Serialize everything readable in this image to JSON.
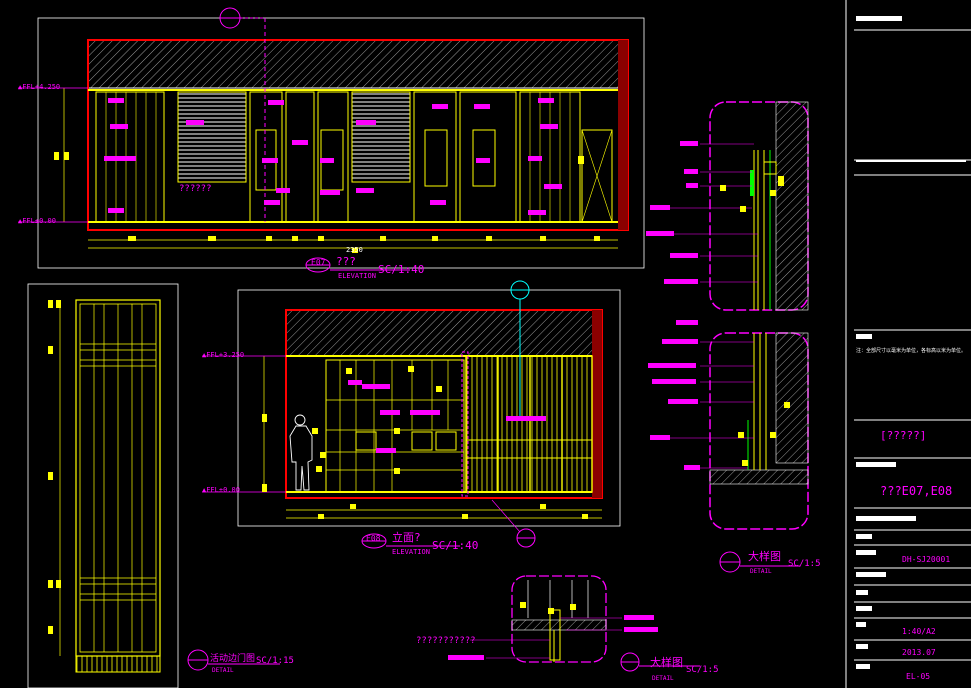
{
  "colors": {
    "background": "#000000",
    "outline": "#ffff00",
    "annotation": "#ff00ff",
    "structure": "#ff0000",
    "marker": "#00ffff",
    "frame": "#ffffff"
  },
  "views": {
    "e07": {
      "code": "E07",
      "title": "???",
      "scale": "SC/1:40",
      "subtitle": "ELEVATION",
      "top_level": "▲FFL+4.250",
      "bottom_level": "▲FFL±0.00",
      "overall_dim": "2350"
    },
    "e08": {
      "code": "E08",
      "title": "立面?",
      "scale": "SC/1:40",
      "subtitle": "ELEVATION",
      "top_level": "▲FFL+3.250",
      "bottom_level": "▲FFL±0.00"
    },
    "detail_1": {
      "title": "大样图",
      "scale": "SC/1:5",
      "subtitle": "DETAIL"
    },
    "detail_2": {
      "title": "大样图",
      "scale": "SC/1:5",
      "subtitle": "DETAIL"
    },
    "detail_3": {
      "title": "活动边门图",
      "scale": "SC/1:15",
      "subtitle": "DETAIL"
    }
  },
  "callouts": {
    "e07_left": "??????",
    "e08_note": "???????????"
  },
  "title_block": {
    "notes": "注：全部尺寸以毫米为单位，各标高以米为单位。",
    "section": "[?????]",
    "drawing_title": "???E07,E08",
    "drawing_code": "DH-SJ20001",
    "scale_value": "1:40/A2",
    "date_value": "2013.07",
    "sheet_no": "EL-05"
  }
}
